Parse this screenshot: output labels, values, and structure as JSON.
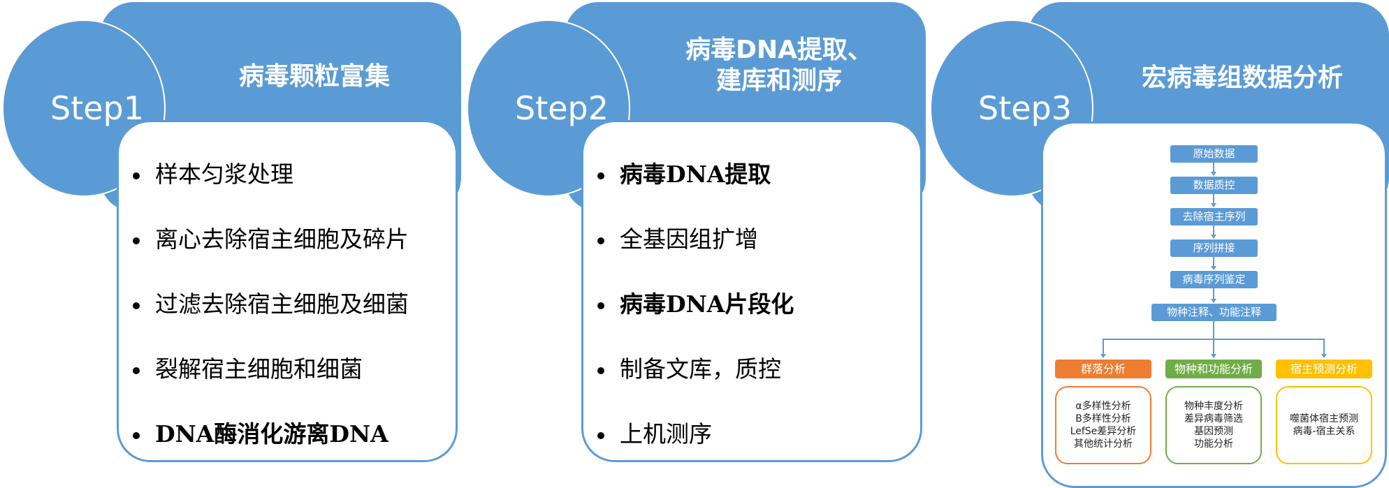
{
  "steps": [
    {
      "label": "Step1",
      "title": "病毒颗粒富集",
      "items": [
        "样本匀浆处理",
        "离心去除宿主细胞及碎片",
        "过滤去除宿主细胞及细菌",
        "裂解宿主细胞和细菌",
        "DNA酶消化游离DNA"
      ]
    },
    {
      "label": "Step2",
      "title_line1": "病毒DNA提取、",
      "title_line2": "建库和测序",
      "items": [
        "病毒DNA提取",
        "全基因组扩增",
        "病毒DNA片段化",
        "制备文库，质控",
        "上机测序"
      ]
    },
    {
      "label": "Step3",
      "title": "宏病毒组数据分析",
      "flow": [
        "原始数据",
        "数据质控",
        "去除宿主序列",
        "序列拼接",
        "病毒序列鉴定",
        "物种注释、功能注释"
      ],
      "branches": [
        {
          "title": "群落分析",
          "color": "#ed7d31",
          "details": [
            "α多样性分析",
            "Β多样性分析",
            "LefSe差异分析",
            "其他统计分析"
          ]
        },
        {
          "title": "物种和功能分析",
          "color": "#70ad47",
          "details": [
            "物种丰度分析",
            "差异病毒筛选",
            "基因预测",
            "功能分析"
          ]
        },
        {
          "title": "宿主预测分析",
          "color": "#ffc000",
          "details": [
            "噬菌体宿主预测",
            "病毒-宿主关系"
          ]
        }
      ]
    }
  ],
  "colors": {
    "primary": "#5b9bd5"
  }
}
